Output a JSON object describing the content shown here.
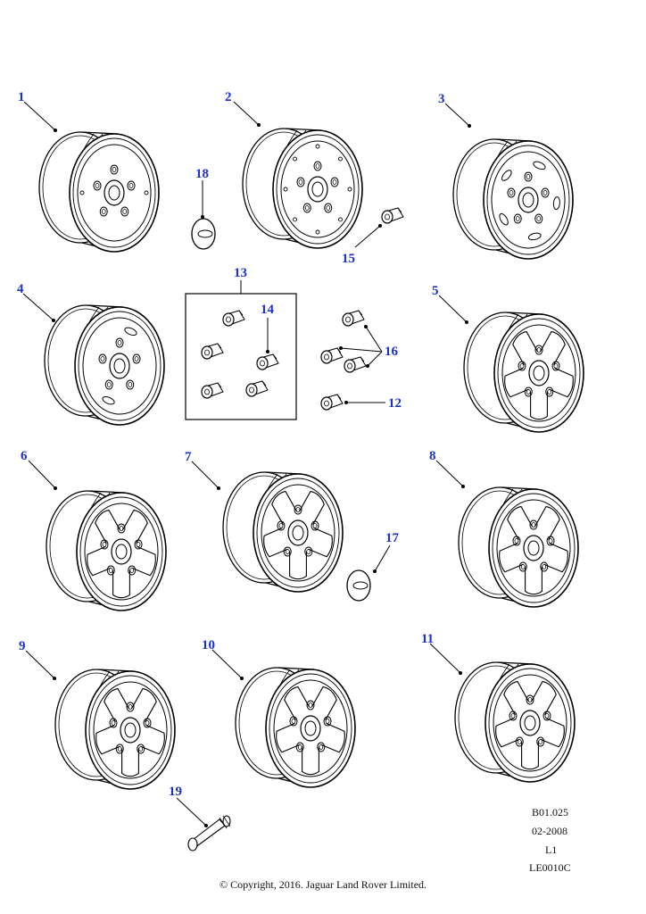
{
  "callouts": {
    "c1": "1",
    "c2": "2",
    "c3": "3",
    "c4": "4",
    "c5": "5",
    "c6": "6",
    "c7": "7",
    "c8": "8",
    "c9": "9",
    "c10": "10",
    "c11": "11",
    "c12": "12",
    "c13": "13",
    "c14": "14",
    "c15": "15",
    "c16": "16",
    "c17": "17",
    "c18": "18",
    "c19": "19"
  },
  "footer": {
    "ref": "B01.025",
    "date": "02-2008",
    "level": "L1",
    "code": "LE0010C",
    "copyright": "© Copyright, 2016. Jaguar Land Rover Limited."
  },
  "colors": {
    "callout": "#1a2fd6",
    "line": "#000000"
  }
}
